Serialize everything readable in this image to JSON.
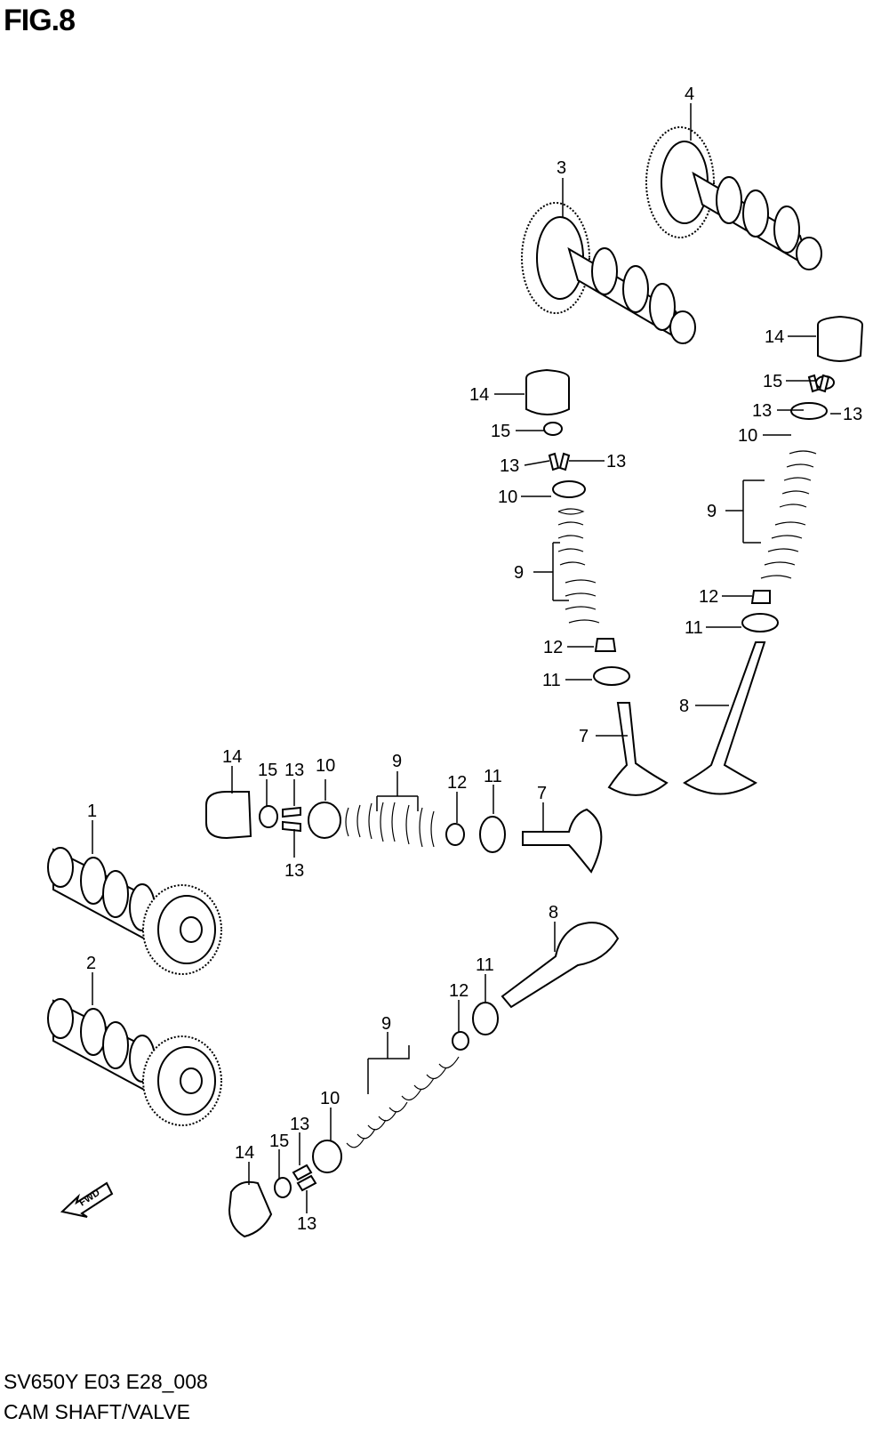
{
  "figure": {
    "title": "FIG.8",
    "model_code": "SV650Y E03 E28_008",
    "caption": "CAM SHAFT/VALVE"
  },
  "callouts": {
    "c1": "1",
    "c2": "2",
    "c3": "3",
    "c4": "4",
    "a7": "7",
    "a8": "8",
    "a9": "9",
    "a10": "10",
    "a11": "11",
    "a12": "12",
    "a13a": "13",
    "a13b": "13",
    "a14": "14",
    "a15": "15",
    "b9": "9",
    "b10": "10",
    "b11": "11",
    "b12": "12",
    "b13a": "13",
    "b13b": "13",
    "b14": "14",
    "b15": "15",
    "h7": "7",
    "h9": "9",
    "h10": "10",
    "h11": "11",
    "h12": "12",
    "h13a": "13",
    "h13b": "13",
    "h14": "14",
    "h15": "15",
    "l8": "8",
    "l9": "9",
    "l10": "10",
    "l11": "11",
    "l12": "12",
    "l13a": "13",
    "l13b": "13",
    "l14": "14",
    "l15": "15"
  },
  "fwd_marker": "FWD"
}
